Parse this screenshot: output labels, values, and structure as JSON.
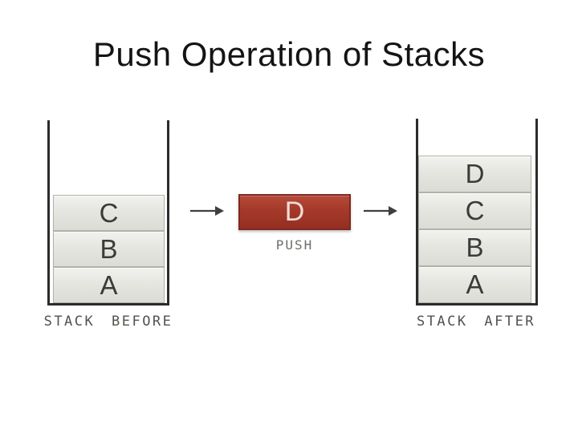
{
  "title": "Push Operation of Stacks",
  "diagram": {
    "stack_before": {
      "label": "STACK BEFORE",
      "items": [
        "C",
        "B",
        "A"
      ]
    },
    "push_block": {
      "value": "D",
      "label": "PUSH"
    },
    "stack_after": {
      "label": "STACK AFTER",
      "items": [
        "D",
        "C",
        "B",
        "A"
      ]
    }
  },
  "icons": {
    "arrow_right": "right-arrow"
  },
  "colors": {
    "title_text": "#141414",
    "push_block_fill": "#a63a2b",
    "push_block_border": "#7e2a1e",
    "push_block_text": "#f0dcd7",
    "stack_cell_fill": "#e6e6e1",
    "stack_cell_border": "#b1b1ab",
    "stack_wall": "#2b2b2b",
    "caption_text": "#52524d",
    "arrow": "#3f3f3f"
  }
}
